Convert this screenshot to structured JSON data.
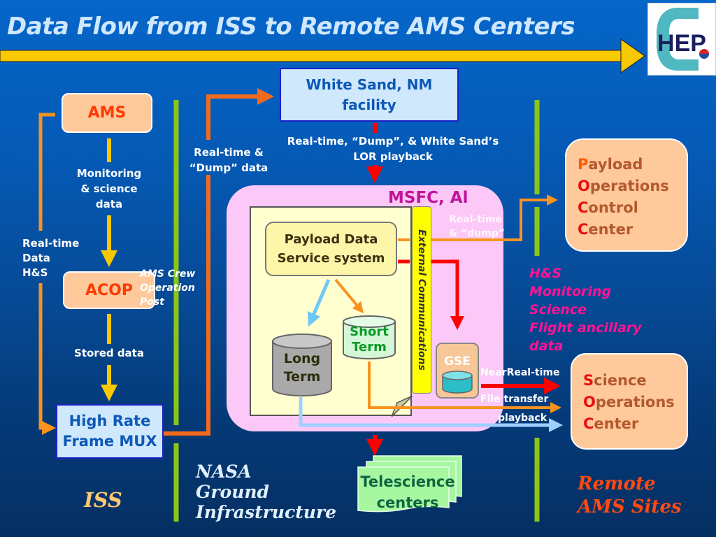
{
  "title": "Data Flow from ISS to Remote AMS Centers",
  "logo": {
    "icon": "khep-logo-icon",
    "text": "HEP"
  },
  "iss": {
    "ams": "AMS",
    "acop": "ACOP",
    "mux": [
      "High Rate",
      "Frame MUX"
    ],
    "monitoring_label": [
      "Monitoring",
      "& science",
      "data"
    ],
    "stored_label": "Stored data",
    "realtime_label": [
      "Real-time",
      "Data",
      "H&S"
    ],
    "crew_label": [
      "AMS Crew",
      "Operation",
      "Post"
    ],
    "region_label": "ISS"
  },
  "nasa": {
    "white_sand": [
      "White Sand, NM",
      "facility"
    ],
    "realtime_dump_label": [
      "Real-time &",
      "“Dump” data"
    ],
    "ws_playback_label": [
      "Real-time, “Dump”, & White Sand’s",
      "LOR playback"
    ],
    "msfc": "MSFC, Al",
    "pdss": [
      "Payload Data",
      "Service system"
    ],
    "external_comm": "External Communications",
    "long_term": [
      "Long",
      "Term"
    ],
    "short_term": [
      "Short",
      "Term"
    ],
    "gse": "GSE",
    "realtime_dump_small": [
      "Real-time",
      "& “dump”"
    ],
    "telescience": [
      "Telescience",
      "centers"
    ],
    "region_label": [
      "NASA",
      "Ground",
      "Infrastructure"
    ]
  },
  "remote": {
    "poc": [
      {
        "initial": "P",
        "rest": "ayload"
      },
      {
        "initial": "O",
        "rest": "perations"
      },
      {
        "initial": "C",
        "rest": "ontrol"
      },
      {
        "initial": "C",
        "rest": "enter"
      }
    ],
    "poc_data_label": [
      "H&S",
      "Monitoring",
      "Science",
      "Flight ancillary",
      "data"
    ],
    "soc": [
      {
        "initial": "S",
        "rest": "cience"
      },
      {
        "initial": "O",
        "rest": "perations"
      },
      {
        "initial": "C",
        "rest": "enter"
      }
    ],
    "near_realtime": "NearReal-time",
    "file_transfer": "File transfer",
    "playback": "playback",
    "region_label": [
      "Remote",
      "AMS Sites"
    ]
  },
  "colors": {
    "arrow_yellow": "#f8c800",
    "arrow_orange": "#f7931e",
    "arrow_dark_orange": "#f26b1d",
    "arrow_red": "#ff0000",
    "arrow_light_blue": "#9fd0ff",
    "divider_green": "#8cc518",
    "msfc_pink": "#fbc8f8",
    "magenta_text": "#ff1493"
  }
}
